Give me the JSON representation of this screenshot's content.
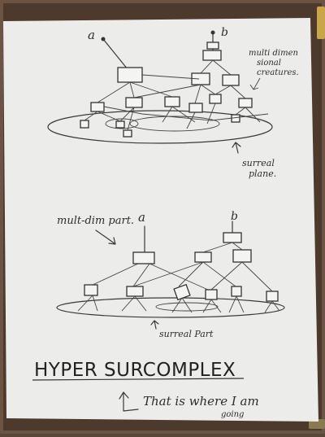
{
  "colors": {
    "frame": "#5a4636",
    "paper": "#ecedeb",
    "ink": "#333333",
    "binder_clip": "#c9a64a"
  },
  "top_diagram": {
    "label_a": "a",
    "label_b": "b",
    "creatures_label": [
      "multi dimen",
      "sional",
      "creatures."
    ],
    "plane_label": [
      "surreal",
      "plane."
    ]
  },
  "bottom_diagram": {
    "part_label": "mult-dim part.",
    "label_a": "a",
    "label_b": "b",
    "surreal_label": "surreal Part"
  },
  "title": "HYPER SURCOMPLEX",
  "caption_line1": "That is where I am",
  "caption_line2": "going"
}
